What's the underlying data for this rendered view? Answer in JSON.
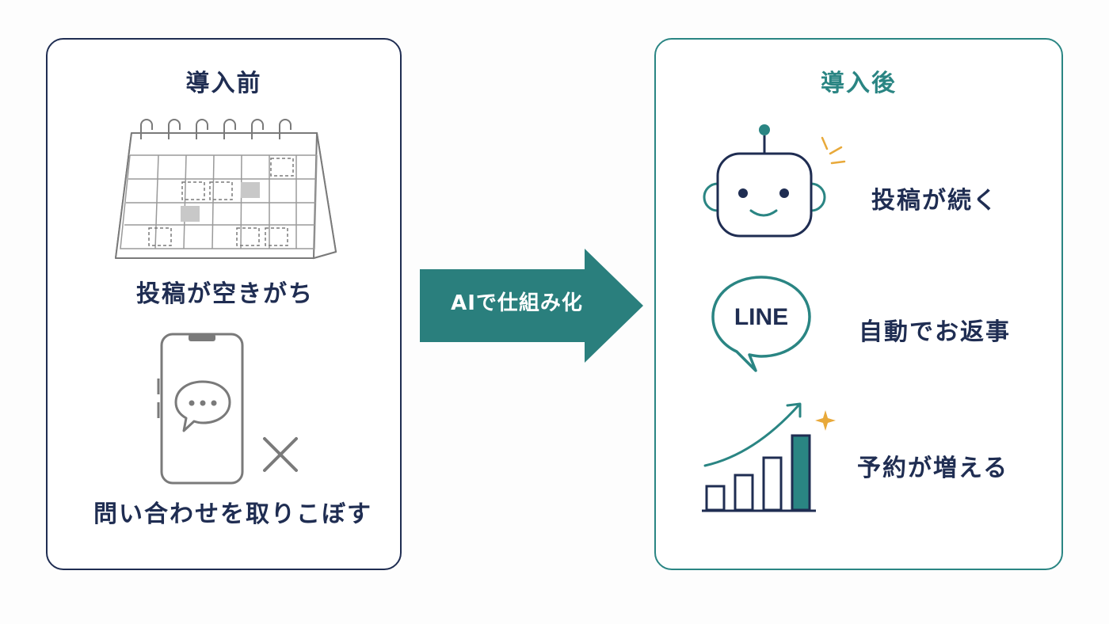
{
  "colors": {
    "navy": "#1f2d52",
    "teal": "#2a8583",
    "gold": "#e8a93a",
    "gray": "#8a8a8a"
  },
  "before": {
    "title": "導入前",
    "calendar_caption": "投稿が空きがち",
    "phone_caption": "問い合わせを取りこぼす",
    "icons": [
      "calendar-icon",
      "smartphone-icon",
      "chat-bubble-icon",
      "cross-icon"
    ]
  },
  "arrow": {
    "label": "AIで仕組み化"
  },
  "after": {
    "title": "導入後",
    "items": [
      {
        "icon": "robot-icon",
        "label": "投稿が続く"
      },
      {
        "icon": "line-bubble-icon",
        "label": "自動でお返事",
        "icon_text": "LINE"
      },
      {
        "icon": "growth-chart-icon",
        "label": "予約が増える"
      }
    ]
  }
}
